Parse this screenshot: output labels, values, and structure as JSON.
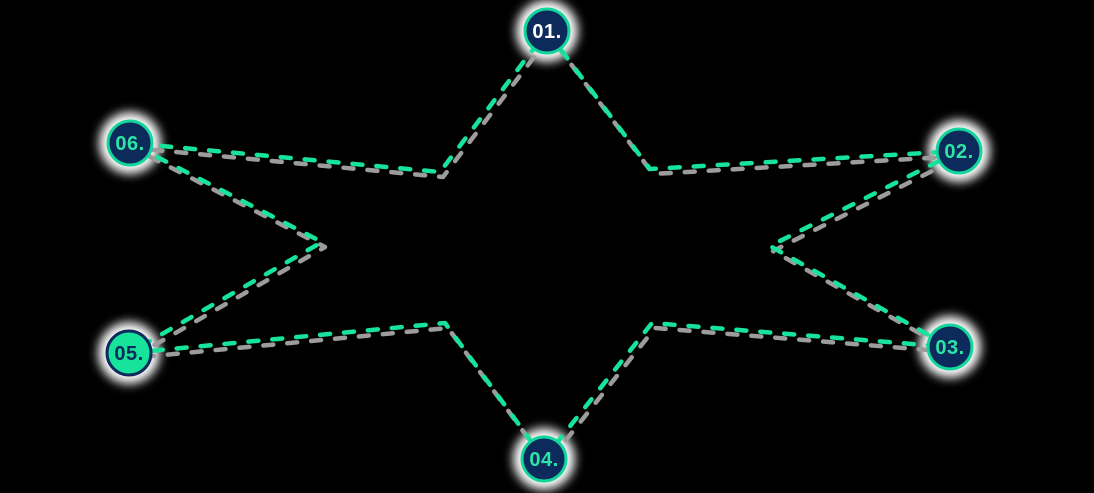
{
  "diagram": {
    "type": "star-process-flow",
    "active_step": "05.",
    "nodes": [
      {
        "label": "01.",
        "state": "default",
        "text_color": "#FFFFFF"
      },
      {
        "label": "02.",
        "state": "default",
        "text_color": "#2CE4A6"
      },
      {
        "label": "03.",
        "state": "default",
        "text_color": "#2CE4A6"
      },
      {
        "label": "04.",
        "state": "default",
        "text_color": "#2CE4A6"
      },
      {
        "label": "05.",
        "state": "highlighted",
        "text_color": "#0D2A5C"
      },
      {
        "label": "06.",
        "state": "default",
        "text_color": "#2CE4A6"
      }
    ],
    "connections": [
      "01-02",
      "02-03",
      "03-04",
      "04-05",
      "05-06",
      "06-01"
    ],
    "colors": {
      "background": "#000000",
      "accent_green": "#17E39B",
      "node_navy": "#0D2A5C",
      "connector_shadow_gray": "#9C9C9C",
      "halo_white": "#FFFFFF"
    },
    "line_style": "dashed"
  }
}
